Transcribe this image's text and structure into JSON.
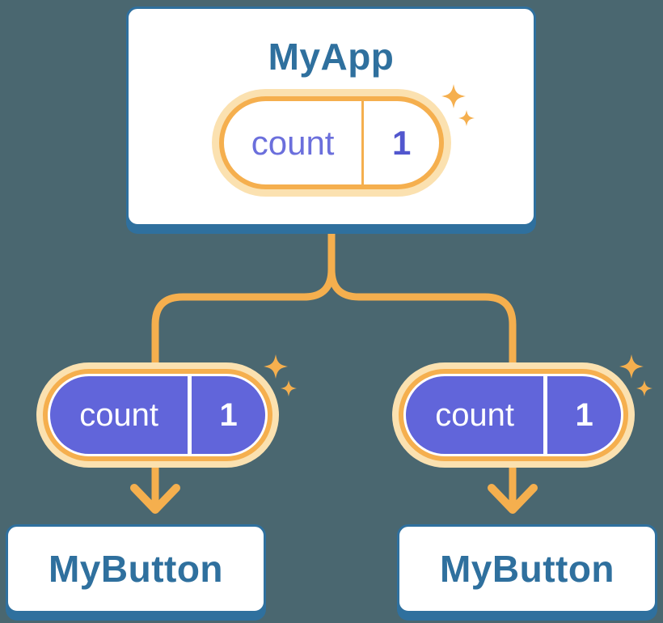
{
  "colors": {
    "background": "#4A6770",
    "blue": "#2F709E",
    "orange": "#F5AF4E",
    "orange-light": "#FBE1B0",
    "purple": "#6165DA",
    "purple-text": "#6B6FDC",
    "purple-value": "#5257CE",
    "white": "#FFFFFF"
  },
  "icons": {
    "sparkle": "✦",
    "arrow_down": "↓"
  },
  "diagram": {
    "root": {
      "title": "MyApp",
      "state": {
        "label": "count",
        "value": "1"
      }
    },
    "children": [
      {
        "title": "MyButton",
        "state": {
          "label": "count",
          "value": "1"
        }
      },
      {
        "title": "MyButton",
        "state": {
          "label": "count",
          "value": "1"
        }
      }
    ]
  }
}
